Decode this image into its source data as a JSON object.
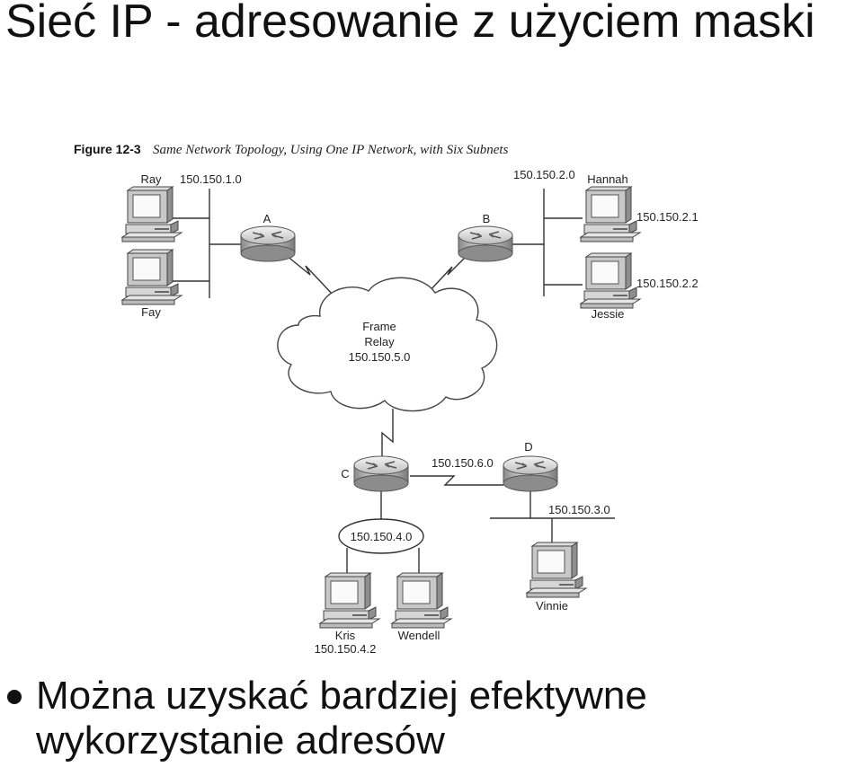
{
  "slide": {
    "title": "Sieć IP - adresowanie z użyciem maski",
    "bullet": {
      "line1": "Można uzyskać bardziej efektywne",
      "line2": "wykorzystanie adresów"
    }
  },
  "figure": {
    "label": "Figure 12-3",
    "caption": "Same Network Topology, Using One IP Network, with Six Subnets",
    "routers": {
      "a": "A",
      "b": "B",
      "c": "C",
      "d": "D"
    },
    "cloud": {
      "line1": "Frame",
      "line2": "Relay",
      "line3": "150.150.5.0"
    },
    "subnets": {
      "s1": "150.150.1.0",
      "s2": "150.150.2.0",
      "s3": "150.150.3.0",
      "s4": "150.150.4.0",
      "s6": "150.150.6.0"
    },
    "hosts": {
      "ray": "Ray",
      "fay": "Fay",
      "hannah": "Hannah",
      "hannah_ip": "150.150.2.1",
      "jessie": "Jessie",
      "jessie_ip": "150.150.2.2",
      "kris": "Kris",
      "kris_ip": "150.150.4.2",
      "wendell": "Wendell",
      "vinnie": "Vinnie"
    }
  }
}
